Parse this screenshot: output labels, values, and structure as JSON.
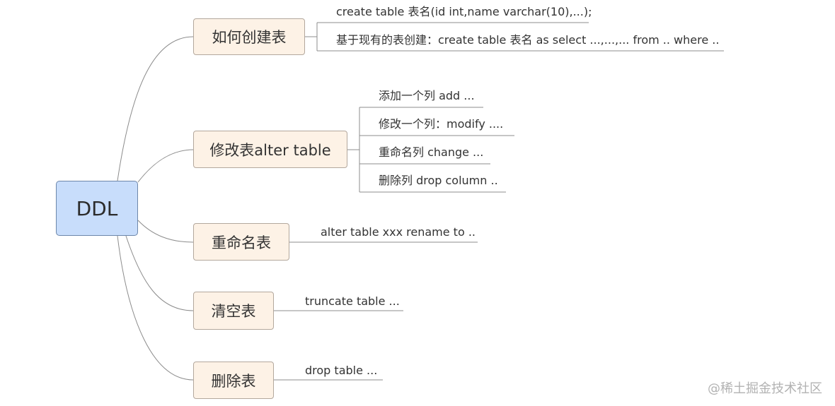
{
  "diagram": {
    "root": {
      "label": "DDL"
    },
    "branches": [
      {
        "label": "如何创建表",
        "children": [
          "create table 表名(id int,name varchar(10),...);",
          "基于现有的表创建：create table 表名 as select ...,...,... from .. where .."
        ]
      },
      {
        "label": "修改表alter table",
        "children": [
          "添加一个列 add ...",
          "修改一个列：modify ....",
          "重命名列 change ...",
          "删除列 drop column .."
        ]
      },
      {
        "label": "重命名表",
        "children": [
          "alter table xxx rename to .."
        ]
      },
      {
        "label": "清空表",
        "children": [
          "truncate table ..."
        ]
      },
      {
        "label": "删除表",
        "children": [
          "drop table ..."
        ]
      }
    ]
  },
  "watermark": "@稀土掘金技术社区",
  "colors": {
    "root_fill": "#c8ddfb",
    "root_border": "#6d87aa",
    "node_fill": "#fdf2e6",
    "node_border": "#b3a89d",
    "line": "#8c8c8c"
  }
}
